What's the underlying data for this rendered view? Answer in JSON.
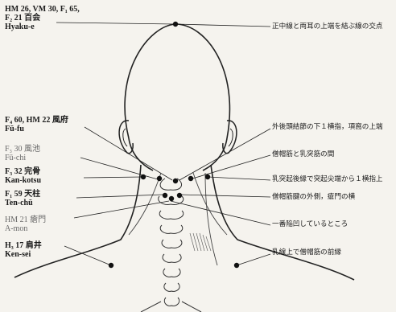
{
  "points": [
    {
      "code": "HM 26, VM 30, F₁ 65,",
      "code2": "F₂ 21 百会",
      "name": "Hyaku-e",
      "desc": "正中線と両耳の上端を結ぶ線の交点"
    },
    {
      "code": "F₄ 60, HM 22 風府",
      "name": "Fū-fu",
      "desc": "外後頭結節の下１横指，項窩の上端"
    },
    {
      "code": "F₃ 30 風池",
      "name": "Fū-chi",
      "desc": "僧帽筋と乳突筋の間"
    },
    {
      "code": "F₃ 32 完骨",
      "name": "Kan-kotsu",
      "desc": "乳突起後縁で突起尖端から１横指上"
    },
    {
      "code": "F₁ 59 天柱",
      "name": "Ten-chū",
      "desc": "僧帽筋腱の外側，瘡門の横"
    },
    {
      "code": "HM 21 瘡門",
      "name": "A-mon",
      "desc": "一番陥凹しているところ"
    },
    {
      "code": "H₃ 17 肩井",
      "name": "Ken-sei",
      "desc": "乳線上で僧帽筋の前縁"
    }
  ]
}
